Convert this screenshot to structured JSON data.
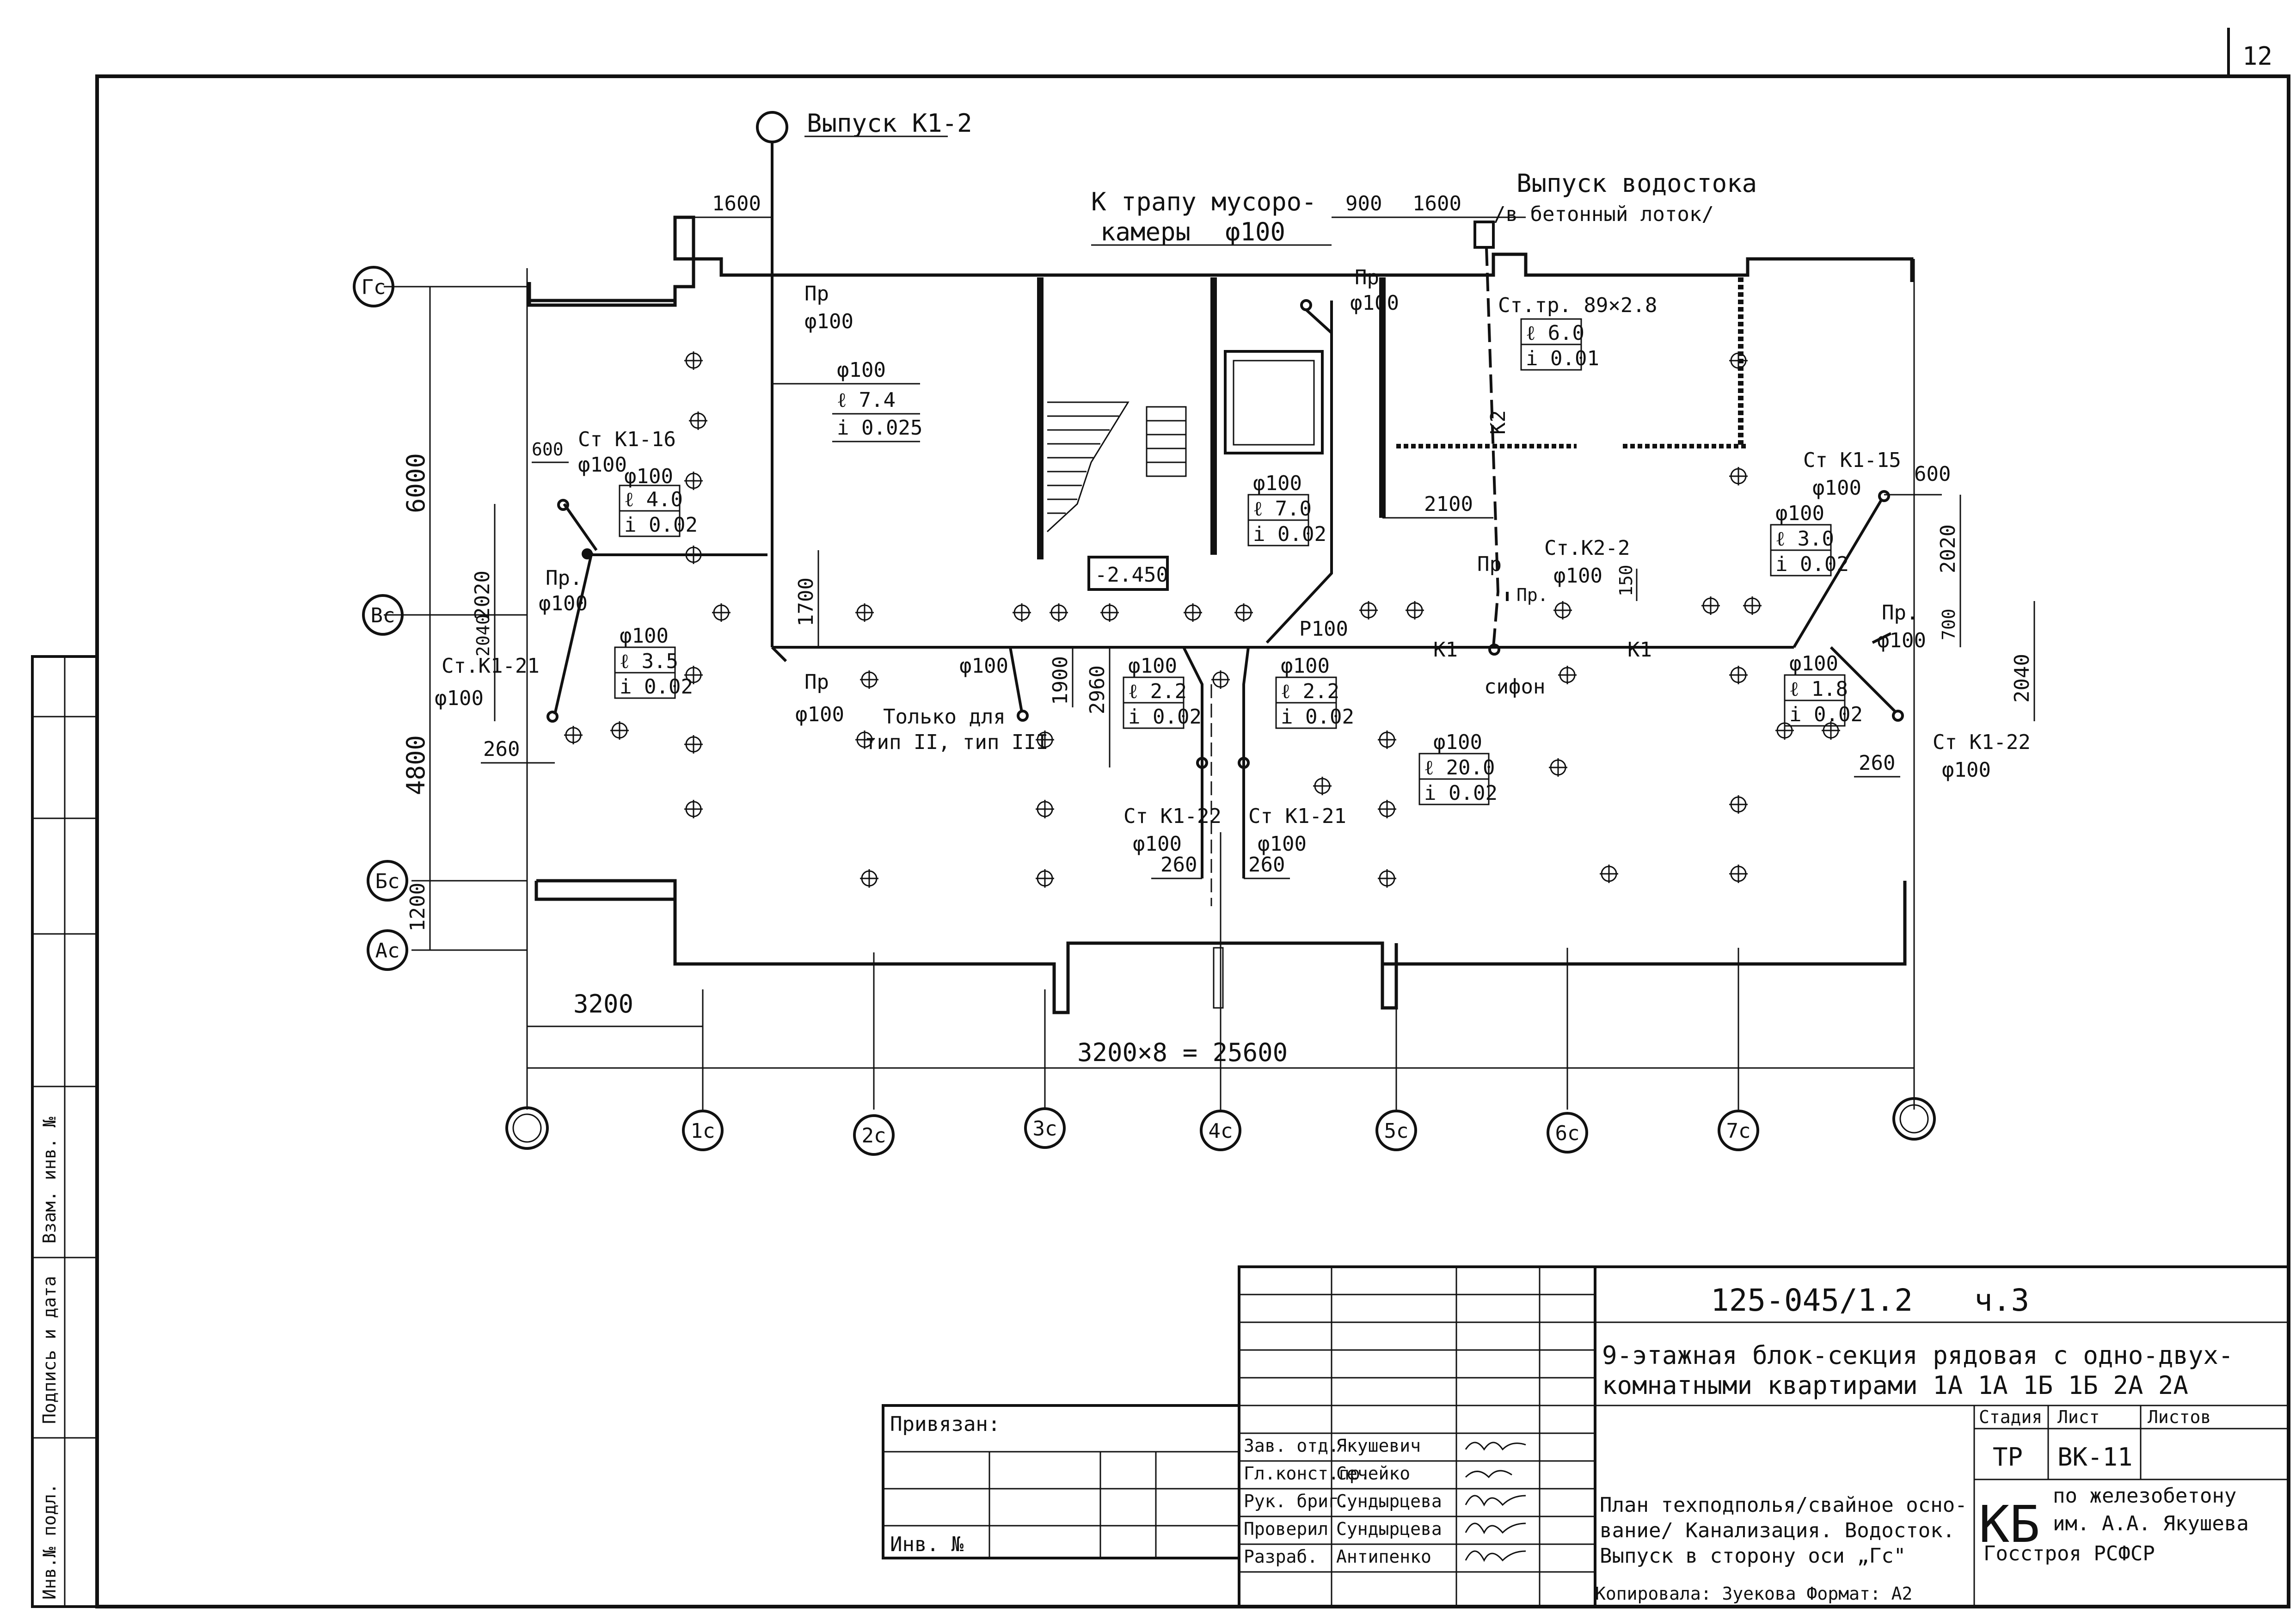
{
  "sheet": {
    "number": "12"
  },
  "axes": {
    "rows": [
      "Гс",
      "Вс",
      "Бс",
      "Ас"
    ],
    "columns": [
      "",
      "1с",
      "2с",
      "3с",
      "4с",
      "5с",
      "6с",
      "7с",
      ""
    ]
  },
  "dimensions": {
    "d1600_left": "1600",
    "d900": "900",
    "d1600_right": "1600",
    "d6000": "6000",
    "d2020_left": "2020",
    "d2040_left": "2040",
    "d4800": "4800",
    "d1200": "1200",
    "d600_left": "600",
    "d260_left": "260",
    "d1700": "1700",
    "d1900": "1900",
    "d2960": "2960",
    "d2100": "2100",
    "d150": "150",
    "d600_right": "600",
    "d2020_right": "2020",
    "d700": "700",
    "d2040_right": "2040",
    "d260_right": "260",
    "d260_mid1": "260",
    "d260_mid2": "260",
    "d3200": "3200",
    "d_total": "3200×8 = 25600",
    "level": "-2.450"
  },
  "labels": {
    "outlet_k12": "Выпуск К1-2",
    "trap_line1": "К трапу мусоро-",
    "trap_line2": "камеры",
    "trap_dia": "φ100",
    "drain_line1": "Выпуск водостока",
    "drain_line2": "/в бетонный лоток/",
    "pr_top_left": "Пр",
    "pr_top_left_d": "φ100",
    "pipe1_d": "φ100",
    "pipe1_l": "ℓ 7.4",
    "pipe1_i": "i 0.025",
    "st_k1_16": "Ст К1-16",
    "st_k1_16_d": "φ100",
    "st_k1_16_d2": "φ100",
    "pipe2_l": "ℓ 4.0",
    "pipe2_i": "i 0.02",
    "pr_left": "Пр.",
    "pr_left_d": "φ100",
    "pipe3_d": "φ100",
    "pipe3_l": "ℓ 3.5",
    "pipe3_i": "i 0.02",
    "st_k1_21_left": "Ст.К1-21",
    "st_k1_21_left_d": "φ100",
    "pr_mid": "Пр",
    "pr_mid_d": "φ100",
    "pr_top_mid": "Пр",
    "pr_top_mid_d": "φ100",
    "pipe4_d": "φ100",
    "pipe4_l": "ℓ 7.0",
    "pipe4_i": "i 0.02",
    "p100": "Р100",
    "st_tr": "Ст.тр. 89×2.8",
    "st_tr_l": "ℓ 6.0",
    "st_tr_i": "i 0.01",
    "k2": "К2",
    "st_k2_2": "Ст.К2-2",
    "st_k2_2_d": "φ100",
    "pr_k2": "Пр",
    "pr_k2_b": "Пр.",
    "sifon": "сифон",
    "k1_a": "К1",
    "k1_b": "К1",
    "only_types1": "Только для",
    "only_types2": "тип II, тип III",
    "only_d": "φ100",
    "pipe5_d": "φ100",
    "pipe5_l": "ℓ 2.2",
    "pipe5_i": "i 0.02",
    "pipe6_d": "φ100",
    "pipe6_l": "ℓ 2.2",
    "pipe6_i": "i 0.02",
    "pipe7_d": "φ100",
    "pipe7_l": "ℓ 20.0",
    "pipe7_i": "i 0.02",
    "st_k1_22_mid": "Ст К1-22",
    "st_k1_22_mid_d": "φ100",
    "st_k1_21_mid": "Ст К1-21",
    "st_k1_21_mid_d": "φ100",
    "st_k1_15": "Ст К1-15",
    "st_k1_15_d": "φ100",
    "pipe8_d": "φ100",
    "pipe8_l": "ℓ 3.0",
    "pipe8_i": "i 0.02",
    "pr_right": "Пр.",
    "pr_right_d": "φ100",
    "pipe9_d": "φ100",
    "pipe9_l": "ℓ 1.8",
    "pipe9_i": "i 0.02",
    "st_k1_22_right": "Ст К1-22",
    "st_k1_22_right_d": "φ100"
  },
  "side_strip": {
    "field1": "Взам. инв. №",
    "field2": "Подпись и дата",
    "field3": "Инв.№ подл."
  },
  "title_block": {
    "code": "125-045/1.2",
    "part": "ч.3",
    "title_line1": "9-этажная блок-секция рядовая с одно-двух-",
    "title_line2": "комнатными квартирами 1А 1А 1Б 1Б 2А 2А",
    "privyazan": "Привязан:",
    "inv": "Инв. №",
    "roles": [
      "Зав. отд.",
      "Гл.конст.пр.",
      "Рук. бриг.",
      "Проверил",
      "Разраб."
    ],
    "names": [
      "Якушевич",
      "Сечейко",
      "Сундырцева",
      "Сундырцева",
      "Антипенко"
    ],
    "stage_h": "Стадия",
    "sheet_h": "Лист",
    "sheets_h": "Листов",
    "stage": "ТР",
    "sheet_code": "ВК-11",
    "desc_line1": "План техподполья/свайное осно-",
    "desc_line2": "вание/ Канализация. Водосток.",
    "desc_line3": "Выпуск в сторону оси „Гс\"",
    "org_mark": "КБ",
    "org_line1": "по железобетону",
    "org_line2": "им. А.А. Якушева",
    "org_line3": "Госстроя РСФСР",
    "footer": "Копировала: Зуекова        Формат: А2"
  }
}
